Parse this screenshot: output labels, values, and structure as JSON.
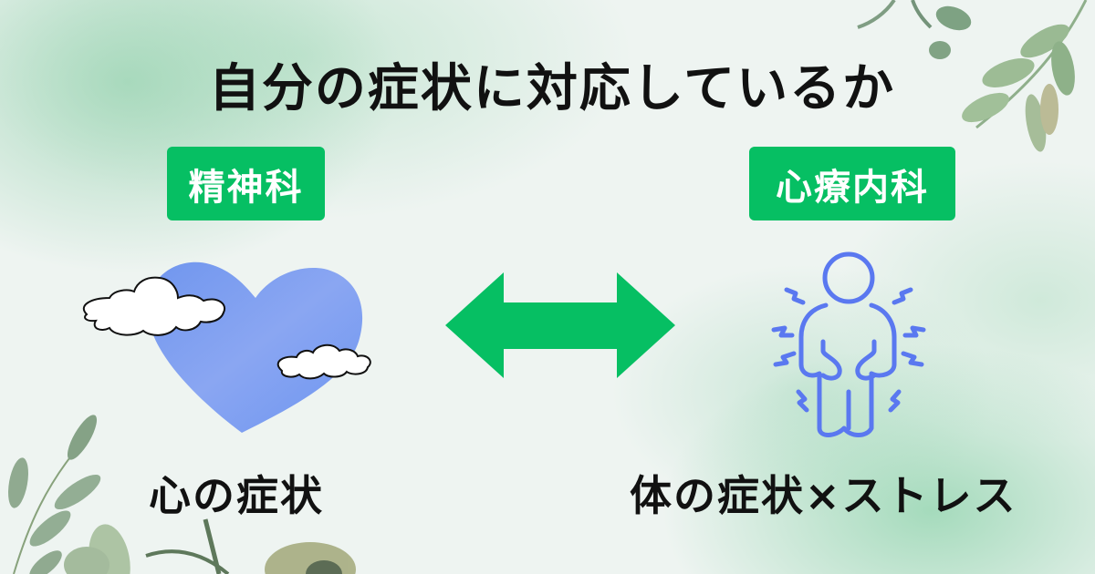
{
  "title": "自分の症状に対応しているか",
  "left": {
    "badge": "精神科",
    "icon": "heart-with-clouds-icon",
    "caption": "心の症状"
  },
  "right": {
    "badge": "心療内科",
    "icon": "person-in-pain-icon",
    "caption": "体の症状×ストレス"
  },
  "connector": {
    "icon": "double-arrow-icon"
  },
  "colors": {
    "accent_green": "#06bf63",
    "heart_blue": "#7a9cf0",
    "figure_blue": "#5a78f0",
    "text": "#111111",
    "background": "#eef4f1"
  }
}
